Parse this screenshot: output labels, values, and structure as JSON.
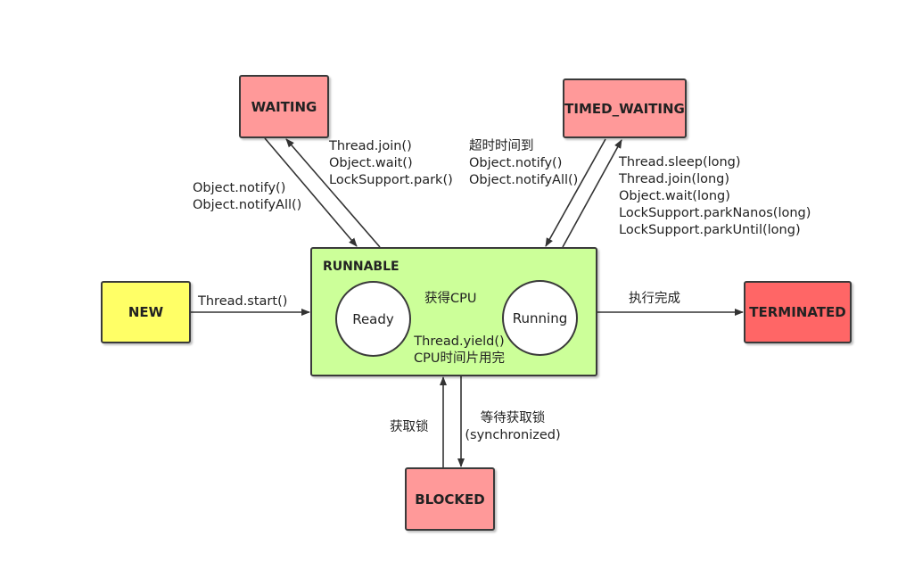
{
  "colors": {
    "new": "#ffff66",
    "runnable": "#ccff99",
    "waiting": "#ff9999",
    "timed_waiting": "#ff9999",
    "blocked": "#ff9999",
    "terminated": "#ff6666",
    "line": "#333333"
  },
  "states": {
    "new": "NEW",
    "runnable": "RUNNABLE",
    "ready": "Ready",
    "running": "Running",
    "waiting": "WAITING",
    "timed_waiting": "TIMED_WAITING",
    "blocked": "BLOCKED",
    "terminated": "TERMINATED"
  },
  "transitions": {
    "new_to_runnable": [
      "Thread.start()"
    ],
    "waiting_to_runnable": [
      "Object.notify()",
      "Object.notifyAll()"
    ],
    "runnable_to_waiting": [
      "Thread.join()",
      "Object.wait()",
      "LockSupport.park()"
    ],
    "timed_waiting_to_runnable": [
      "超时时间到",
      "Object.notify()",
      "Object.notifyAll()"
    ],
    "runnable_to_timed_waiting": [
      "Thread.sleep(long)",
      "Thread.join(long)",
      "Object.wait(long)",
      "LockSupport.parkNanos(long)",
      "LockSupport.parkUntil(long)"
    ],
    "ready_to_running": [
      "获得CPU"
    ],
    "running_to_ready": [
      "Thread.yield()",
      "CPU时间片用完"
    ],
    "runnable_to_terminated": [
      "执行完成"
    ],
    "blocked_to_runnable": [
      "获取锁"
    ],
    "runnable_to_blocked": [
      "等待获取锁",
      "(synchronized)"
    ]
  }
}
